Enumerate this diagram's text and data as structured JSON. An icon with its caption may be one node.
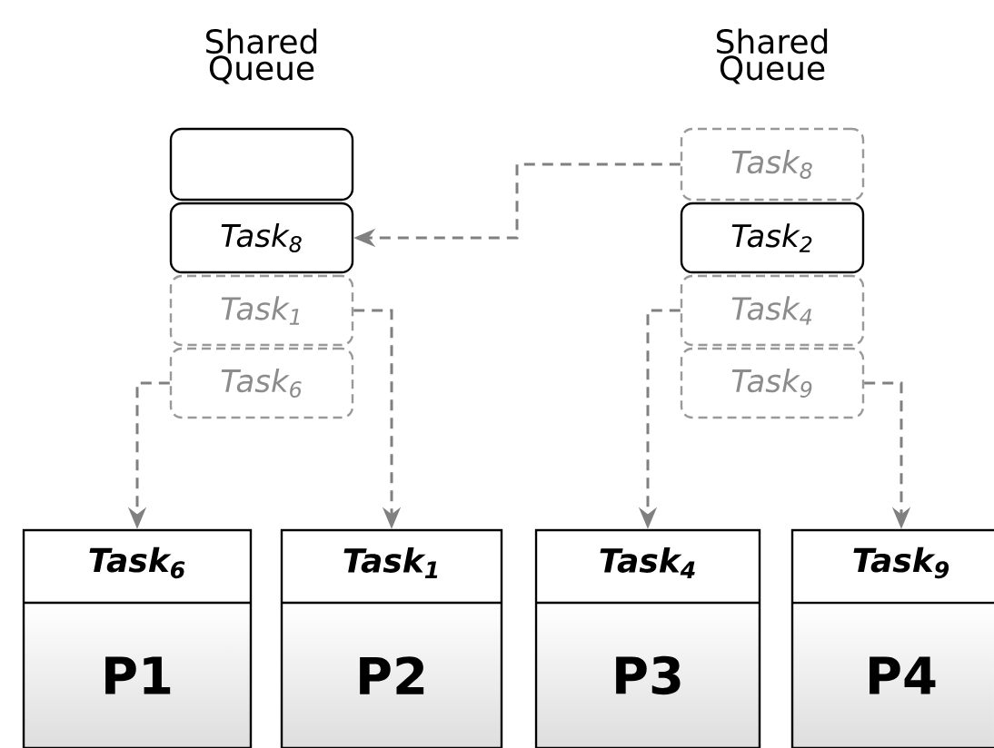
{
  "diagram": {
    "nodes": [
      {
        "text": [],
        "shape": "box"
      },
      {
        "text": [
          "Task$_{8}$"
        ]
      },
      {
        "text": [
          "Task$_{1}$"
        ]
      },
      {
        "text": [
          "Task$_{6}$"
        ]
      },
      {
        "text": [
          "Task$_{8}$"
        ]
      },
      {
        "text": [
          "Task$_{2}$"
        ]
      },
      {
        "text": [
          "Task$_{4}$"
        ]
      },
      {
        "text": [
          "Task$_{9}$"
        ]
      },
      {
        "text": [
          "Task$_{6}$",
          "P1"
        ]
      },
      {
        "text": [
          "Task$_{1}$",
          "P2"
        ]
      },
      {
        "text": [
          "Task$_{4}$",
          "P3"
        ]
      },
      {
        "text": [
          "Task$_{9}$",
          "P4"
        ]
      }
    ],
    "edges": [
      {
        "from": 3,
        "to": 8,
        "arrow": "to",
        "style": "dashed"
      },
      {
        "from": 2,
        "to": 9,
        "arrow": "to",
        "style": "dashed"
      },
      {
        "from": 4,
        "to": 1,
        "arrow": "to",
        "style": "dashed"
      },
      {
        "from": 6,
        "to": 10,
        "arrow": "to",
        "style": "dashed"
      },
      {
        "from": 7,
        "to": 11,
        "arrow": "to",
        "style": "dashed"
      }
    ],
    "labels": [
      "Shared Queue",
      "Shared Queue"
    ]
  }
}
